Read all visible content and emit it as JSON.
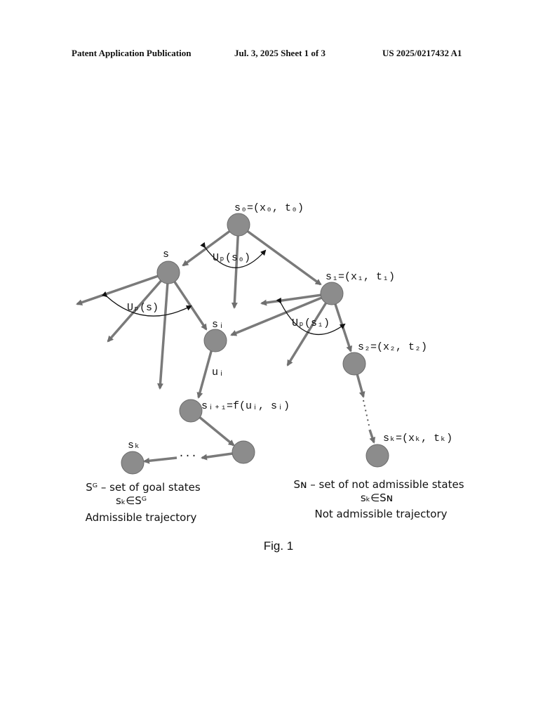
{
  "header": {
    "publication": "Patent Application Publication",
    "date_sheet": "Jul. 3, 2025   Sheet 1 of 3",
    "number": "US 2025/0217432 A1"
  },
  "diagram": {
    "labels": {
      "s0": "s₀=(x₀, t₀)",
      "s": "s",
      "up_s0": "Uₚ(s₀)",
      "s1": "s₁=(x₁, t₁)",
      "up_s": "Uₚ(s)",
      "si": "sᵢ",
      "up_s1": "Uₚ(s₁)",
      "s2": "s₂=(x₂, t₂)",
      "ui": "uᵢ",
      "si1": "sᵢ₊₁=f(uᵢ, sᵢ)",
      "dots_left": "···",
      "sk_left": "sₖ",
      "sk_right": "sₖ=(xₖ, tₖ)"
    },
    "left_caption": {
      "line1": "Sᴳ – set of goal states",
      "line2": "sₖ∈Sᴳ",
      "line3": "Admissible trajectory"
    },
    "right_caption": {
      "line1": "Sɴ – set of not admissible states",
      "line2": "sₖ∈Sɴ",
      "line3": "Not admissible trajectory"
    }
  },
  "figure_caption": "Fig. 1",
  "colors": {
    "node": "#8c8c8c",
    "edge": "#7a7a7a",
    "text": "#111111"
  }
}
